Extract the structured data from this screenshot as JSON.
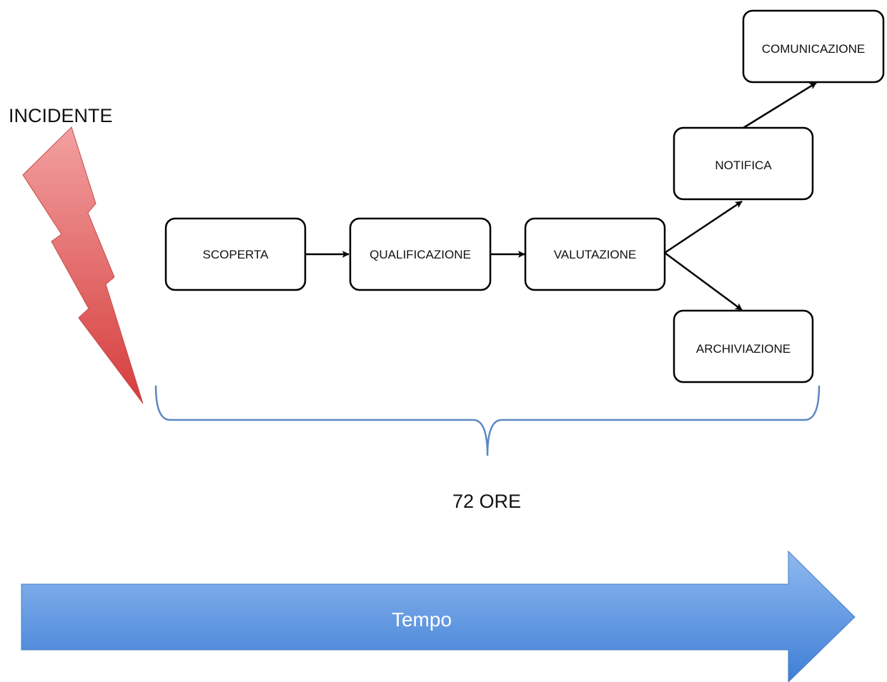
{
  "incident": {
    "label": "INCIDENTE",
    "icon": "lightning-bolt-icon",
    "color": "#e05a5a"
  },
  "steps": [
    {
      "id": "scoperta",
      "label": "SCOPERTA"
    },
    {
      "id": "qualificazione",
      "label": "QUALIFICAZIONE"
    },
    {
      "id": "valutazione",
      "label": "VALUTAZIONE"
    },
    {
      "id": "notifica",
      "label": "NOTIFICA"
    },
    {
      "id": "archiviazione",
      "label": "ARCHIVIAZIONE"
    },
    {
      "id": "comunicazione",
      "label": "COMUNICAZIONE"
    }
  ],
  "flows": [
    {
      "from": "scoperta",
      "to": "qualificazione"
    },
    {
      "from": "qualificazione",
      "to": "valutazione"
    },
    {
      "from": "valutazione",
      "to": "notifica"
    },
    {
      "from": "valutazione",
      "to": "archiviazione"
    },
    {
      "from": "notifica",
      "to": "comunicazione"
    }
  ],
  "timespan": {
    "label": "72 ORE",
    "brace_color": "#5b87c4"
  },
  "timeline": {
    "label": "Tempo",
    "color": "#4f8ad9"
  }
}
